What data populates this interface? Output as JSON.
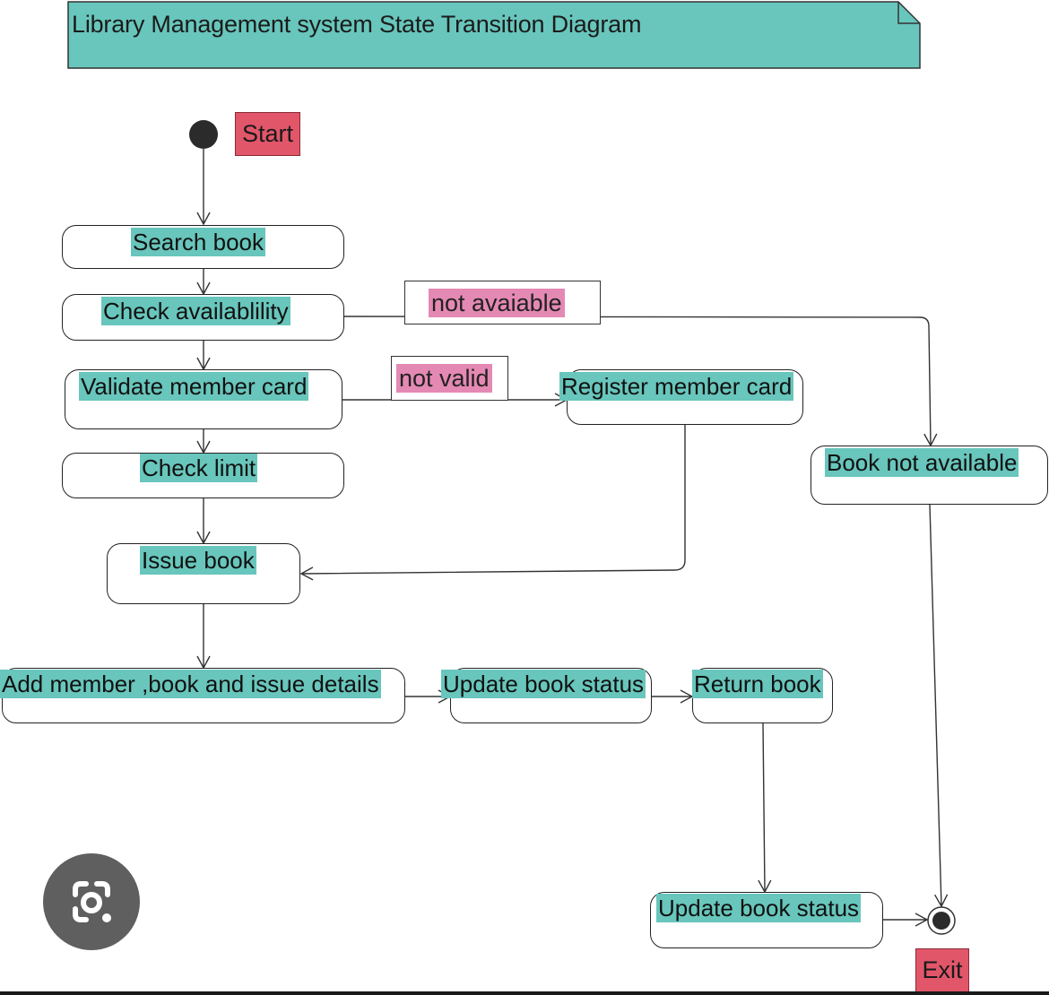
{
  "title": "Library Management system State Transition Diagram",
  "states": {
    "search_book": "Search book",
    "check_availability": "Check availablility",
    "validate_member_card": "Validate member card",
    "register_member_card": "Register member card",
    "check_limit": "Check limit",
    "book_not_available": "Book not available",
    "issue_book": "Issue book",
    "add_details": "Add member ,book and issue details",
    "update_book_status_1": "Update book status",
    "return_book": "Return book",
    "update_book_status_2": "Update book status"
  },
  "guards": {
    "not_available": "not avaiable",
    "not_valid": "not valid"
  },
  "markers": {
    "start": "Start",
    "exit": "Exit"
  },
  "colors": {
    "state_label": "#68c6bc",
    "guard_label": "#e489b3",
    "marker": "#e2566a",
    "title_note": "#68c6bc"
  },
  "icons": {
    "lens_button": "camera-lens-icon"
  }
}
